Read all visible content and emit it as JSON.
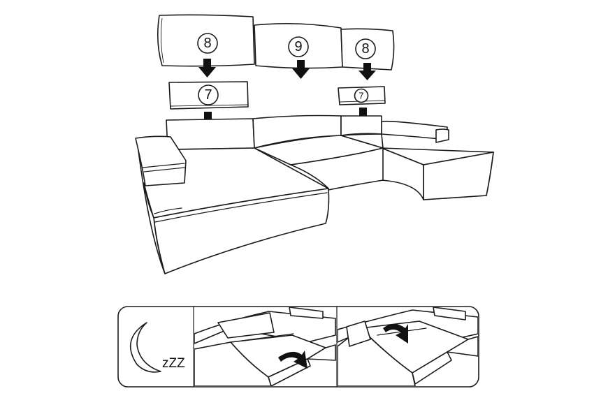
{
  "badges": {
    "left_back_cushion": "8",
    "center_back_cushion": "9",
    "right_back_cushion": "8",
    "left_bolster": "7",
    "right_bolster": "7"
  },
  "sleep_panel": {
    "sleep_text": "zZZ"
  }
}
